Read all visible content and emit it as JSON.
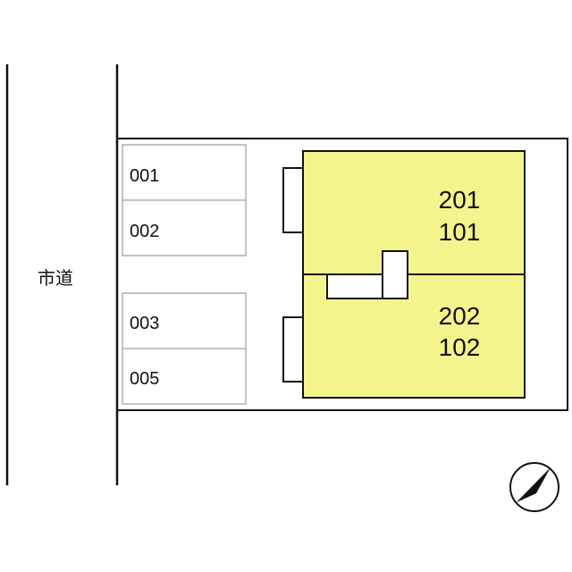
{
  "road": {
    "label": "市道"
  },
  "parking": [
    {
      "label": "001"
    },
    {
      "label": "002"
    },
    {
      "label": "003"
    },
    {
      "label": "005"
    }
  ],
  "units": [
    {
      "upper": "201",
      "lower": "101"
    },
    {
      "upper": "202",
      "lower": "102"
    }
  ],
  "colors": {
    "building": "#f4f48c",
    "line": "#111111",
    "light_line": "#888888"
  },
  "compass": {
    "icon": "north-arrow-icon"
  }
}
